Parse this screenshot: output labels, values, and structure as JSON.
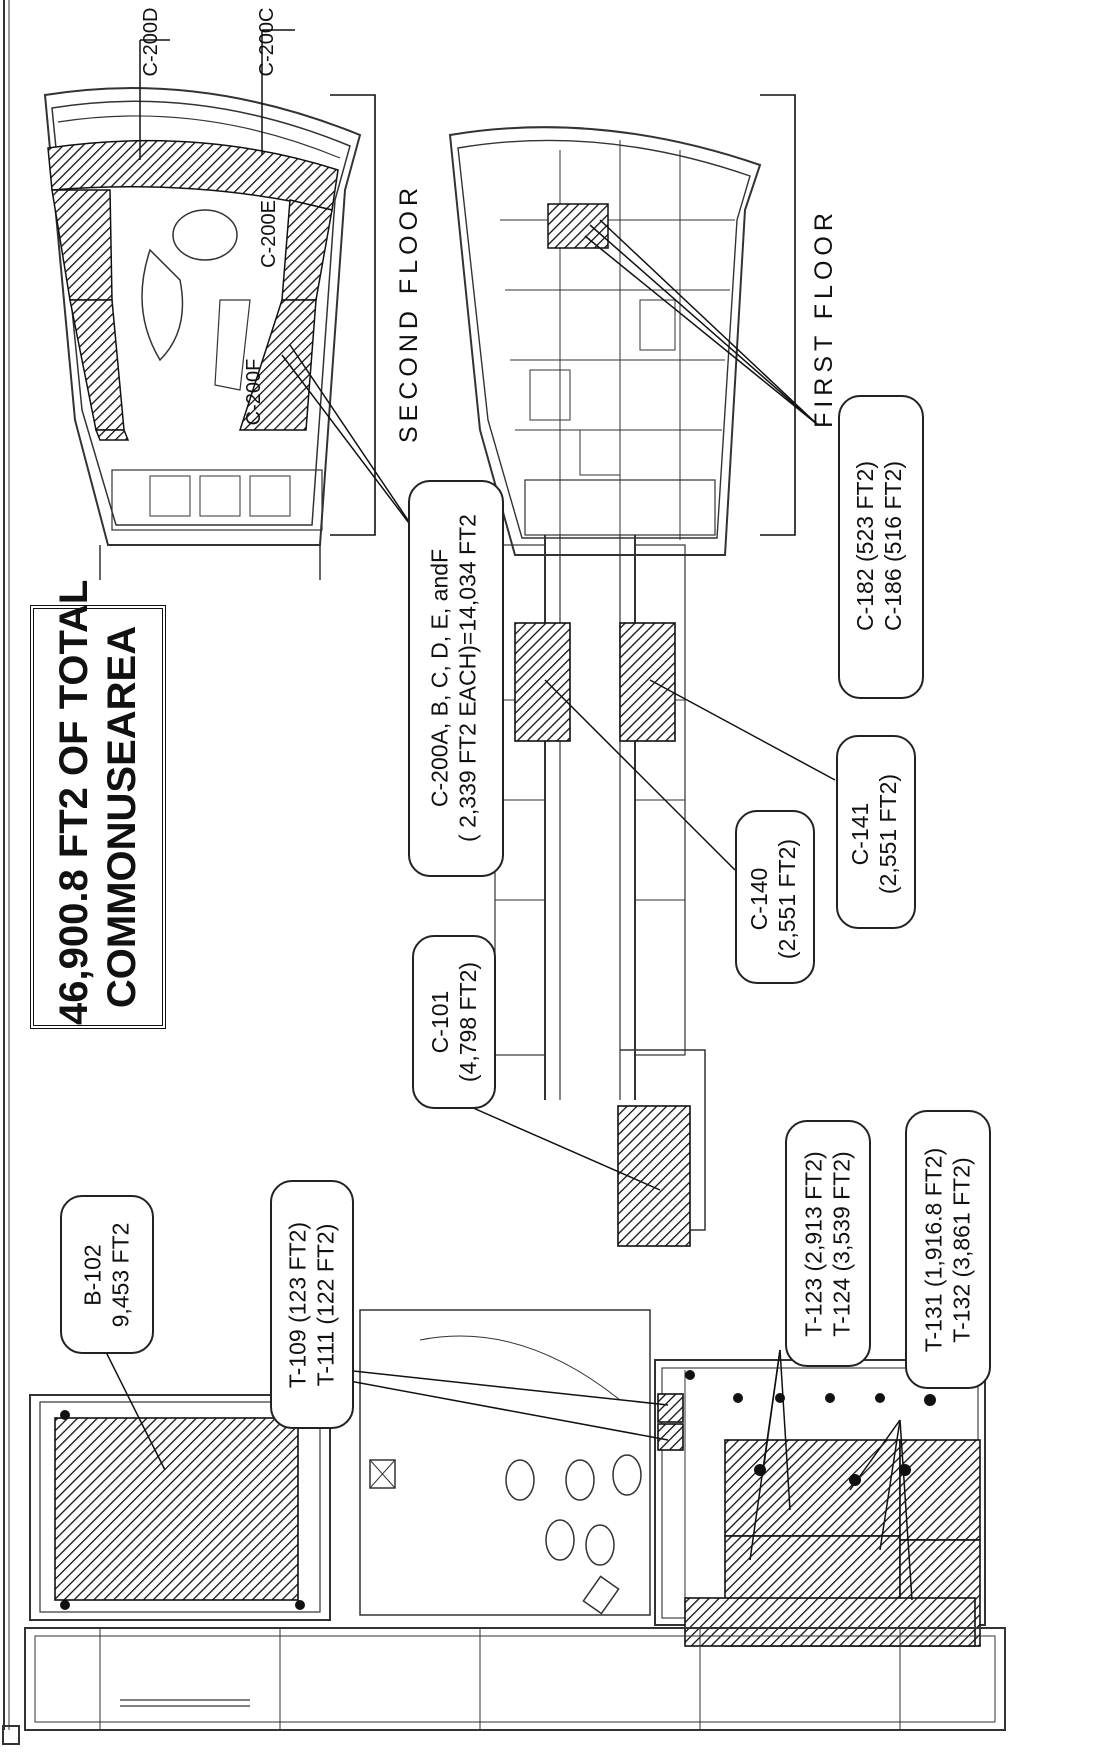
{
  "title": {
    "line1": "46,900.8 FT2 OF TOTAL",
    "line2": "COMMONUSEAREA"
  },
  "floors": {
    "second": "SECOND  FLOOR",
    "first": "FIRST  FLOOR"
  },
  "room_tags": {
    "c200c": "C-200C",
    "c200d": "C-200D",
    "c200e": "C-200E",
    "c200f": "C-200F"
  },
  "callouts": {
    "b102": {
      "line1": "B-102",
      "line2": "9,453 FT2"
    },
    "t109": {
      "line1": "T-109 (123 FT2)",
      "line2": "T-111 (122 FT2)"
    },
    "c101": {
      "line1": "C-101",
      "line2": "(4,798 FT2)"
    },
    "t123": {
      "line1": "T-123 (2,913 FT2)",
      "line2": "T-124 (3,539 FT2)"
    },
    "t131": {
      "line1": "T-131 (1,916.8 FT2)",
      "line2": "T-132 (3,861 FT2)"
    },
    "c140": {
      "line1": "C-140",
      "line2": "(2,551 FT2)"
    },
    "c141": {
      "line1": "C-141",
      "line2": "(2,551 FT2)"
    },
    "c200": {
      "line1": "C-200A, B, C, D, E, andF",
      "line2": "( 2,339 FT2 EACH)=14,034 FT2"
    },
    "c182": {
      "line1": "C-182 (523 FT2)",
      "line2": "C-186 (516 FT2)"
    }
  }
}
